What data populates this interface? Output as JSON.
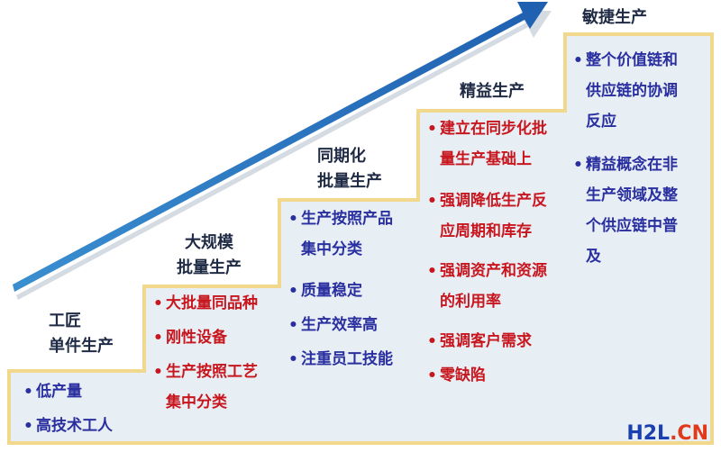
{
  "stages": [
    {
      "title": "工匠\n单件生产",
      "items": [
        "低产量",
        "高技术工人"
      ]
    },
    {
      "title": "大规模\n批量生产",
      "items": [
        "大批量同品种",
        "刚性设备",
        "生产按照工艺\n集中分类"
      ]
    },
    {
      "title": "同期化\n批量生产",
      "items": [
        "生产按照产品\n集中分类",
        "质量稳定",
        "生产效率高",
        "注重员工技能"
      ]
    },
    {
      "title": "精益生产",
      "items": [
        "建立在同步化批\n量生产基础上",
        "强调降低生产反\n应周期和库存",
        "强调资产和资源\n的利用率",
        "强调客户需求",
        "零缺陷"
      ]
    },
    {
      "title": "敏捷生产",
      "items": [
        "整个价值链和\n供应链的协调\n反应",
        "精益概念在非\n生产领域及整\n个供应链中普\n及"
      ]
    }
  ],
  "watermark": {
    "part1": "H2L",
    "part2": ".CN"
  },
  "colors": {
    "step_fill": "#e7eef4",
    "step_edge": "#f0d98a",
    "arrow": "#1e73b8",
    "blue_text": "#2a2fa0",
    "red_text": "#c8161e"
  }
}
